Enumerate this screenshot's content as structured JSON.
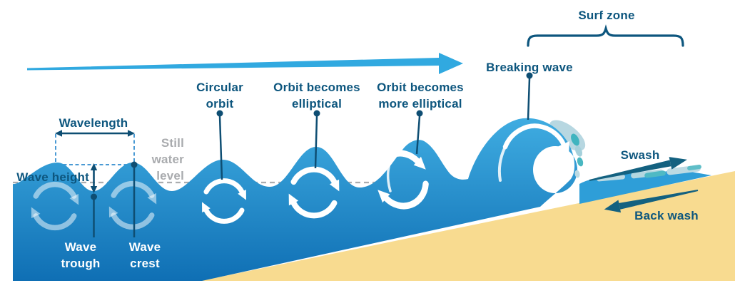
{
  "labels": {
    "surf_zone": "Surf zone",
    "breaking_wave": "Breaking wave",
    "circular_orbit": [
      "Circular",
      "orbit"
    ],
    "orbit_elliptical": [
      "Orbit becomes",
      "elliptical"
    ],
    "orbit_more_elliptical": [
      "Orbit becomes",
      "more elliptical"
    ],
    "wavelength": "Wavelength",
    "wave_height": "Wave height",
    "still_water_level": [
      "Still",
      "water",
      "level"
    ],
    "wave_trough": [
      "Wave",
      "trough"
    ],
    "wave_crest": [
      "Wave",
      "crest"
    ],
    "swash": "Swash",
    "back_wash": "Back wash"
  },
  "colors": {
    "label_text": "#0d567e",
    "leader_line": "#0e4e73",
    "muted_gray": "#a9abae",
    "flow_arrow_blue": "#31a9e0",
    "water_top": "#3face1",
    "water_bottom": "#0f6fb4",
    "sand": "#f8db90",
    "swash_arrow": "#136180",
    "foam_pale": "#bcdae3",
    "foam_teal": "#45b6c0",
    "orbit_white": "#ffffff",
    "dashed_guide": "#4a9ad4",
    "still_line_gray": "#abadaf"
  }
}
